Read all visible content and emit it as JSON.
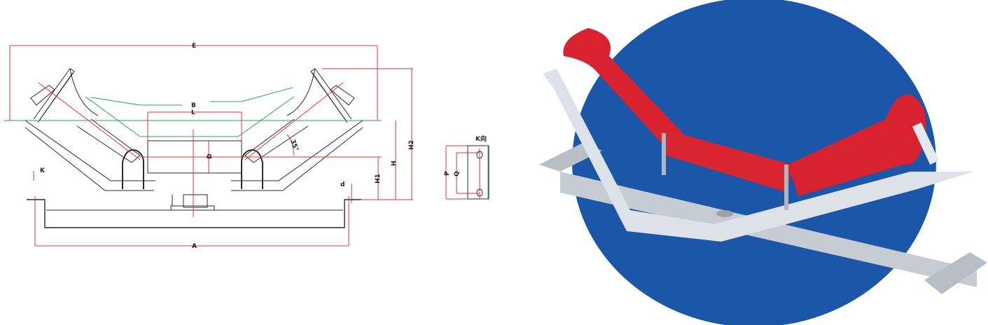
{
  "drawing": {
    "title": "Trough idler dimensional drawing",
    "labels": {
      "E": "E",
      "B": "B",
      "L": "L",
      "D": "D",
      "A": "A",
      "H": "H",
      "H1": "H1",
      "H2": "H2",
      "d": "d",
      "K": "K",
      "angle": "35°",
      "P": "P",
      "Q": "Q",
      "k_view": "K向"
    },
    "colors": {
      "outline": "#2a2a2a",
      "dimension": "#e8303a",
      "belt": "#2aa84a"
    }
  },
  "photo": {
    "subject": "Trough conveyor idler with red rollers on grey steel frame",
    "colors": {
      "circle": "#1b56a8",
      "roller": "#d8222f",
      "frame": "#c9ced6"
    }
  }
}
